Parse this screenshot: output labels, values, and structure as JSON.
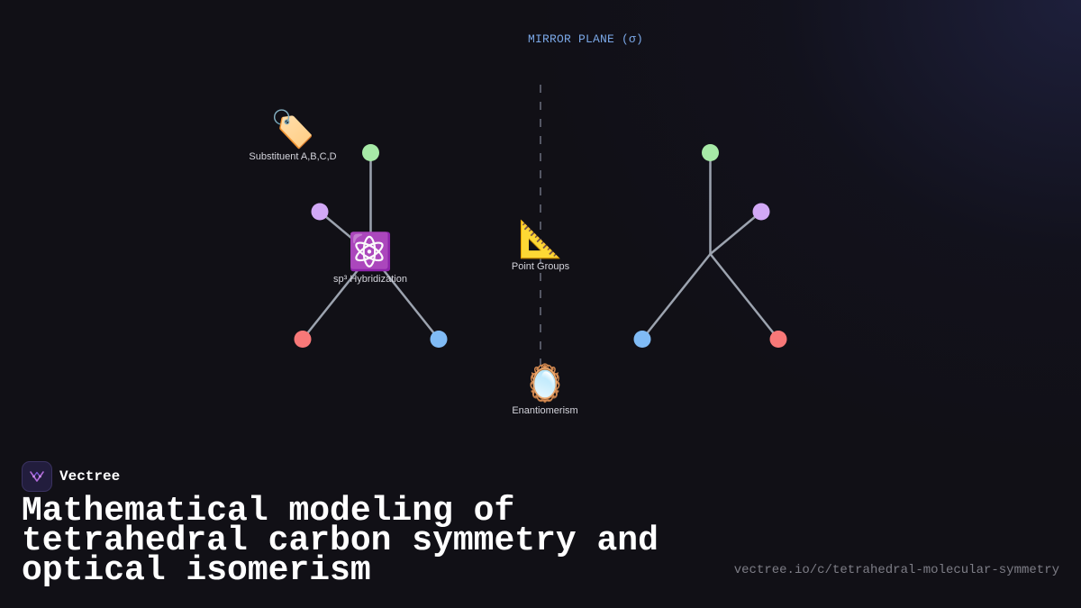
{
  "mirror_plane": {
    "title": "MIRROR PLANE (σ)"
  },
  "annotations": [
    {
      "id": "substituent",
      "icon": "tag-icon",
      "emoji": "🏷️",
      "label": "Substituent A,B,C,D"
    },
    {
      "id": "hybridization",
      "icon": "atom-icon",
      "emoji": "⚛️",
      "label": "sp³ Hybridization"
    },
    {
      "id": "point_groups",
      "icon": "triangular-ruler-icon",
      "emoji": "📐",
      "label": "Point Groups"
    },
    {
      "id": "enantiomerism",
      "icon": "mirror-icon",
      "emoji": "🪞",
      "label": "Enantiomerism"
    }
  ],
  "molecules": {
    "left": {
      "substituents": [
        "green",
        "purple",
        "red",
        "blue"
      ]
    },
    "right": {
      "substituents": [
        "green",
        "purple",
        "blue",
        "red"
      ]
    }
  },
  "colors": {
    "background": "#111016",
    "bond": "#9ca3af",
    "green": "#a7eaa7",
    "purple": "#d1a8f5",
    "red": "#f87878",
    "blue": "#80bbf5",
    "mirror_title": "#7aa7e6"
  },
  "brand": {
    "name": "Vectree",
    "logo_icon": "vectree-logo-icon"
  },
  "headline": "Mathematical modeling of tetrahedral carbon symmetry and optical isomerism",
  "url": "vectree.io/c/tetrahedral-molecular-symmetry"
}
